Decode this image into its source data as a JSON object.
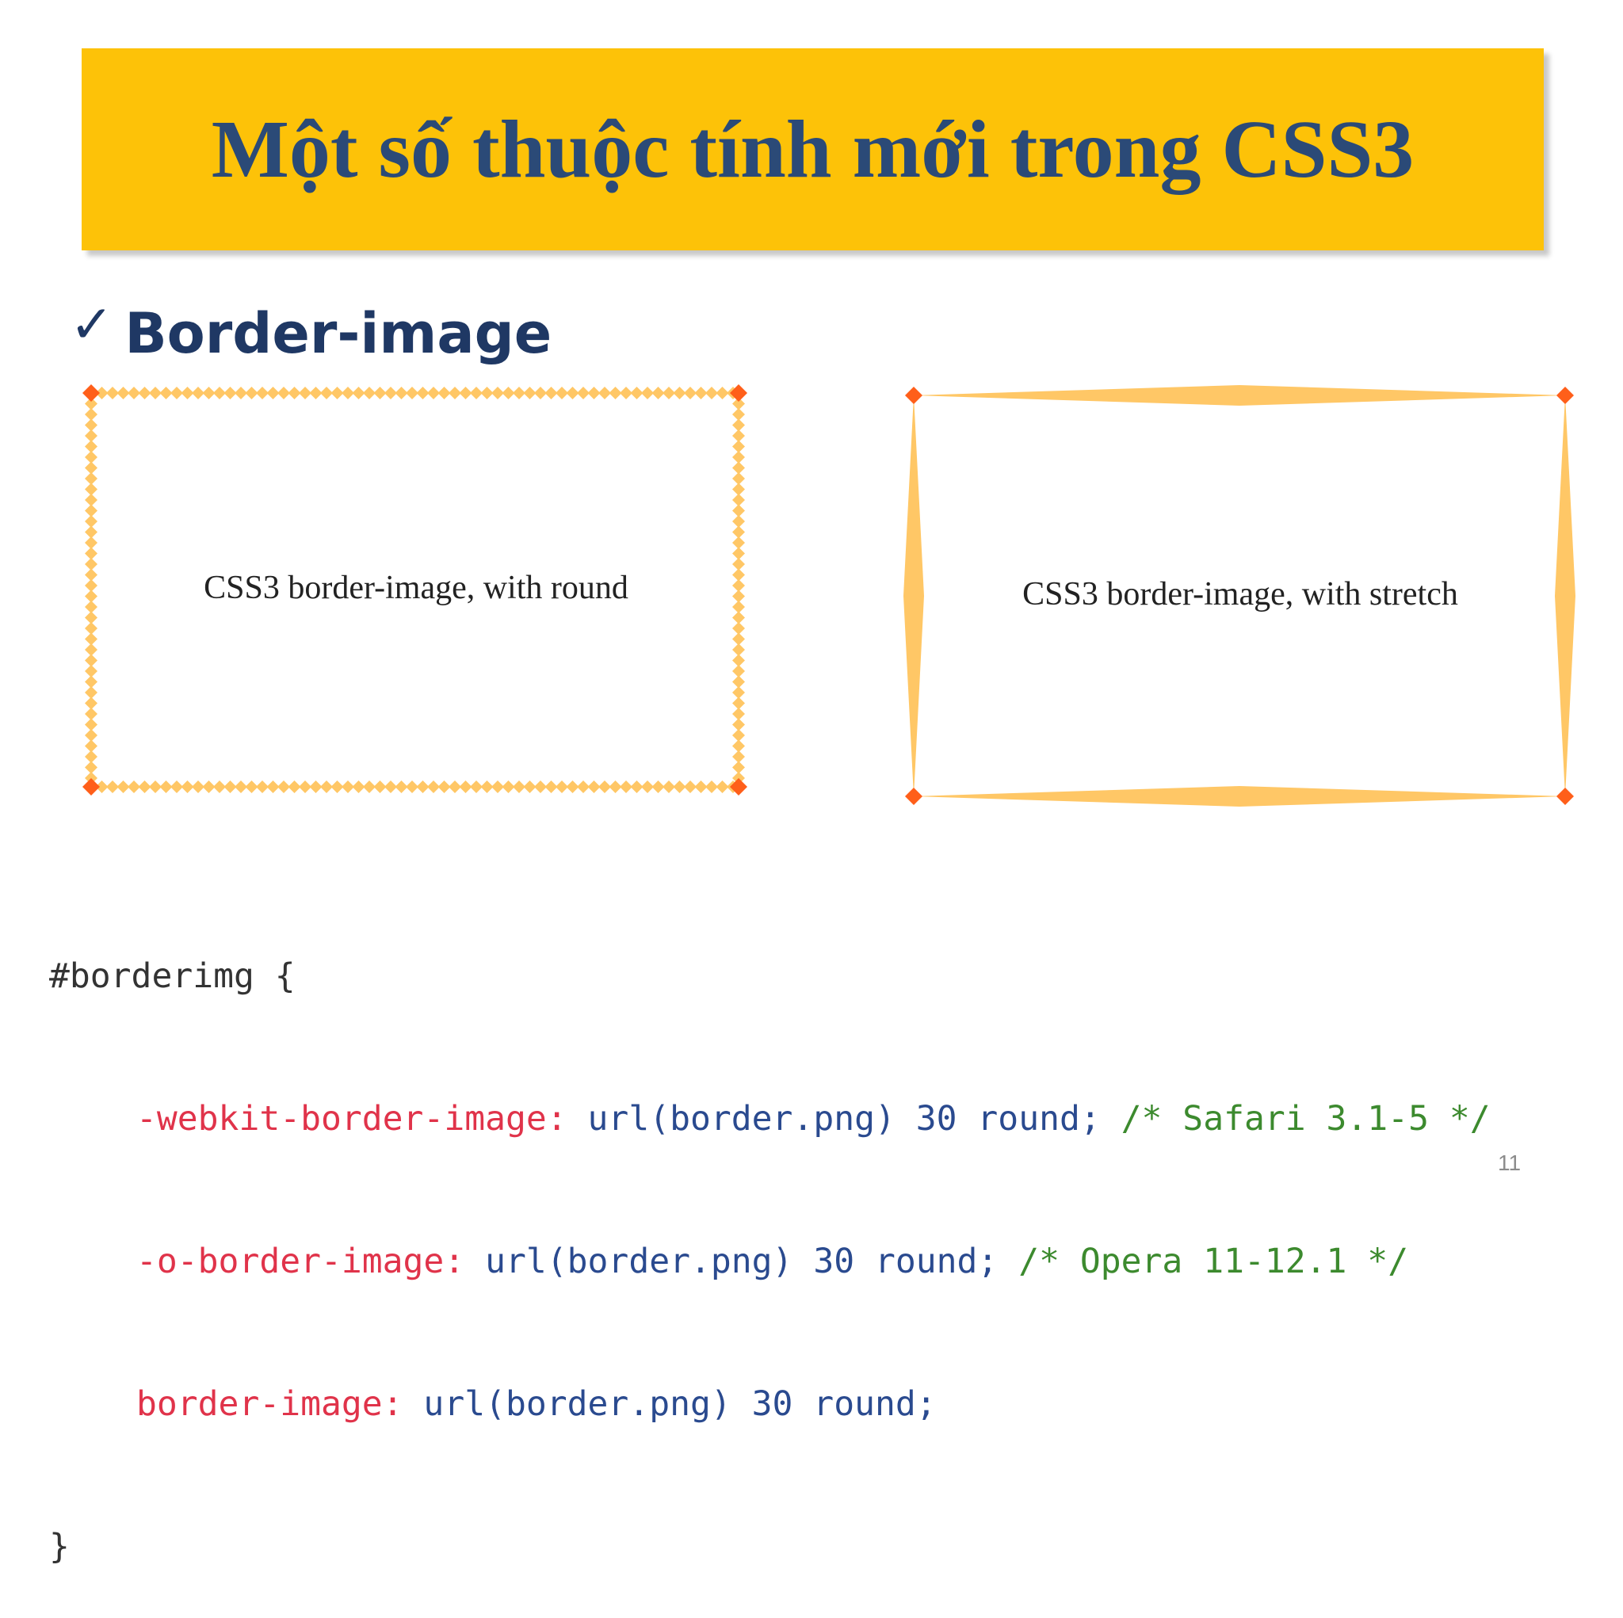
{
  "slide": {
    "title": "Một số thuộc tính mới trong CSS3",
    "bullet": "Border-image",
    "page_number": "11"
  },
  "demos": {
    "round_caption": "CSS3 border-image, with round",
    "stretch_caption": "CSS3 border-image, with stretch"
  },
  "code": {
    "line1": "#borderimg {",
    "line2_prop": "-webkit-border-image:",
    "line2_val": " url(border.png) 30 round;",
    "line2_cmt": " /* Safari 3.1-5 */",
    "line3_prop": "-o-border-image:",
    "line3_val": " url(border.png) 30 round;",
    "line3_cmt": " /* Opera 11-12.1 */",
    "line4_prop": "border-image:",
    "line4_val": " url(border.png) 30 round;",
    "line5": "}"
  },
  "colors": {
    "banner": "#fdc208",
    "title_text": "#2b4a77",
    "border_light": "#ffc766",
    "border_corner": "#ff5f1a",
    "code_property": "#e0334a",
    "code_value": "#2a4a8f",
    "code_comment": "#3c8a2e"
  }
}
